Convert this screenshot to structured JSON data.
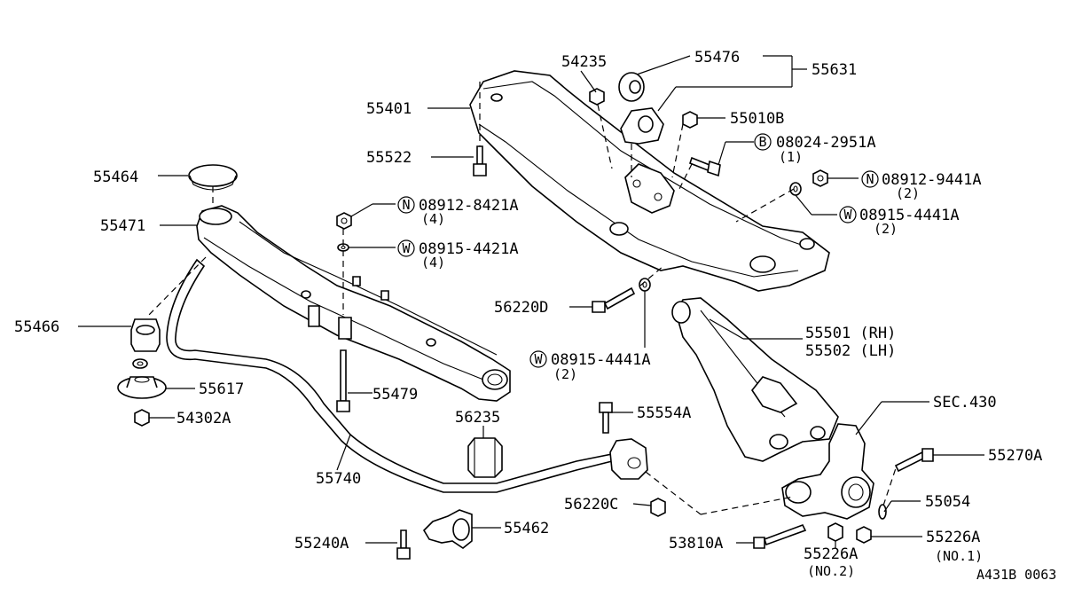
{
  "labels": {
    "p54235": "54235",
    "p55476": "55476",
    "p55631": "55631",
    "p55401": "55401",
    "p55010B": "55010B",
    "p08024": "08024-2951A",
    "p08024_qty": "(1)",
    "p55522": "55522",
    "p08912_9441": "08912-9441A",
    "p08912_9441_qty": "(2)",
    "p55464": "55464",
    "p08915_4441a": "08915-4441A",
    "p08915_4441a_qty": "(2)",
    "p08912_8421": "08912-8421A",
    "p08912_8421_qty": "(4)",
    "p55471": "55471",
    "p08915_4421": "08915-4421A",
    "p08915_4421_qty": "(4)",
    "p56220D": "56220D",
    "p55466": "55466",
    "p55501": "55501 (RH)",
    "p55502": "55502 (LH)",
    "p08915_4441b": "08915-4441A",
    "p08915_4441b_qty": "(2)",
    "p55617": "55617",
    "p55479": "55479",
    "p54302A": "54302A",
    "sec430": "SEC.430",
    "p56235": "56235",
    "p55554A": "55554A",
    "p55740": "55740",
    "p55270A": "55270A",
    "p56220C": "56220C",
    "p55054": "55054",
    "p55462": "55462",
    "p55240A": "55240A",
    "p53810A": "53810A",
    "p55226A_2": "55226A",
    "p55226A_2_note": "(NO.2)",
    "p55226A_1": "55226A",
    "p55226A_1_note": "(NO.1)",
    "ref_code": "A431B 0063"
  },
  "markers": {
    "B": "B",
    "N1": "N",
    "N2": "N",
    "W1": "W",
    "W2": "W",
    "W3": "W"
  }
}
